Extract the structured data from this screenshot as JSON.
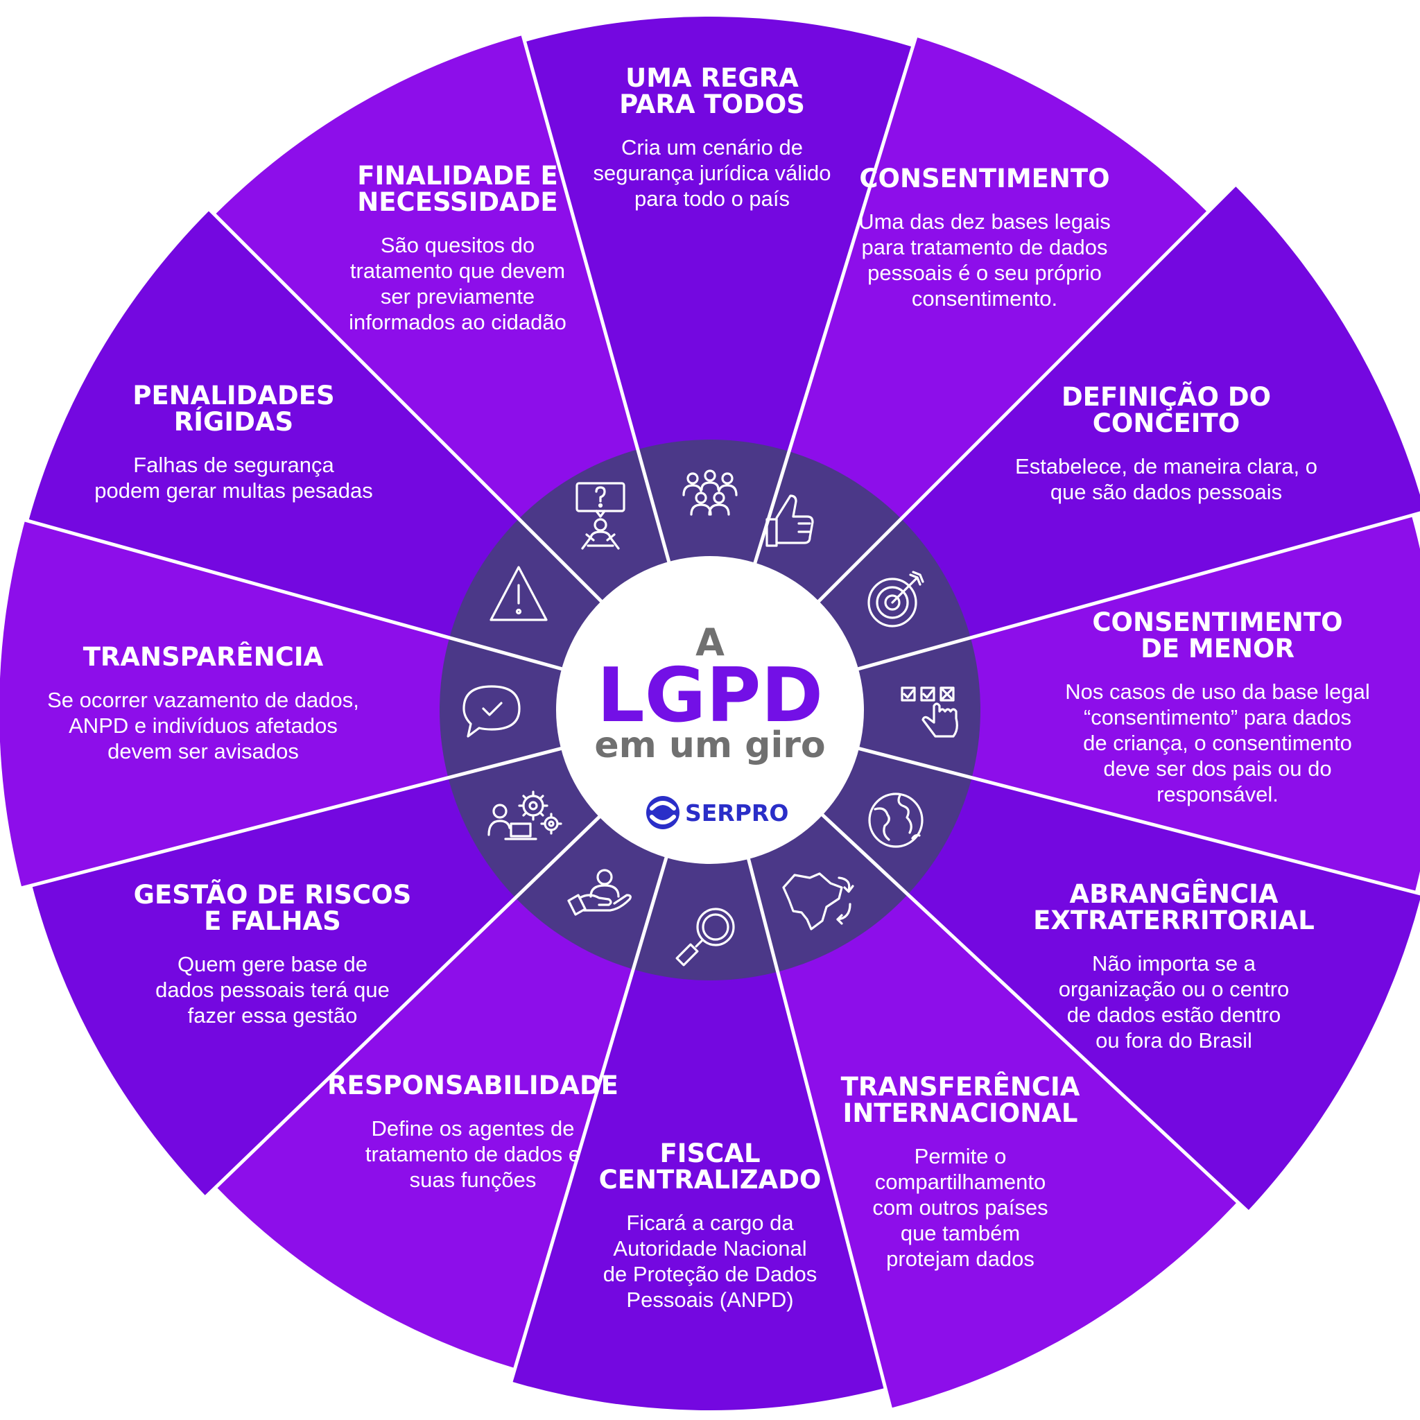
{
  "center": {
    "line1": "A",
    "line2": "LGPD",
    "line3": "em um giro",
    "logo_text": "SERPRO",
    "logo_icon": "serpro-logo-icon"
  },
  "colors": {
    "purple_dark": "#7408e0",
    "purple_light": "#8d0eea",
    "hub_ring": "#4b3888",
    "divider": "#ffffff",
    "lgpd_text": "#7310e6",
    "gray_text": "#707070",
    "logo_blue": "#2a2ec8"
  },
  "segments": [
    {
      "key": "uma-regra",
      "title": [
        "UMA REGRA",
        "PARA TODOS"
      ],
      "text": [
        "Cria um cenário de",
        "segurança jurídica válido",
        "para todo o país"
      ],
      "icon": "group-people-icon"
    },
    {
      "key": "consentimento",
      "title": [
        "CONSENTIMENTO"
      ],
      "text": [
        "Uma das dez bases legais",
        "para tratamento de dados",
        "pessoais é o seu próprio",
        "consentimento."
      ],
      "icon": "thumbs-up-icon"
    },
    {
      "key": "definicao",
      "title": [
        "DEFINIÇÃO DO",
        "CONCEITO"
      ],
      "text": [
        "Estabelece, de maneira clara, o",
        "que são dados pessoais"
      ],
      "icon": "target-icon"
    },
    {
      "key": "consentimento-menor",
      "title": [
        "CONSENTIMENTO",
        "DE MENOR"
      ],
      "text": [
        "Nos casos de uso da base legal",
        "“consentimento” para dados",
        "de criança, o consentimento",
        "deve ser dos pais ou do",
        "responsável."
      ],
      "icon": "checklist-hand-icon"
    },
    {
      "key": "abrangencia",
      "title": [
        "ABRANGÊNCIA",
        "EXTRATERRITORIAL"
      ],
      "text": [
        "Não importa se a",
        "organização ou o centro",
        "de dados estão dentro",
        "ou fora do Brasil"
      ],
      "icon": "globe-icon"
    },
    {
      "key": "transferencia",
      "title": [
        "TRANSFERÊNCIA",
        "INTERNACIONAL"
      ],
      "text": [
        "Permite o",
        "compartilhamento",
        "com outros países",
        "que também",
        "protejam dados"
      ],
      "icon": "brazil-map-arrows-icon"
    },
    {
      "key": "fiscal",
      "title": [
        "FISCAL",
        "CENTRALIZADO"
      ],
      "text": [
        "Ficará a cargo da",
        "Autoridade Nacional",
        "de Proteção de Dados",
        "Pessoais (ANPD)"
      ],
      "icon": "magnifier-icon"
    },
    {
      "key": "responsabilidade",
      "title": [
        "RESPONSABILIDADE"
      ],
      "text": [
        "Define os agentes de",
        "tratamento de dados e",
        "suas funções"
      ],
      "icon": "hand-person-icon"
    },
    {
      "key": "gestao",
      "title": [
        "GESTÃO DE RISCOS",
        "E FALHAS"
      ],
      "text": [
        "Quem gere base de",
        "dados pessoais terá que",
        "fazer essa gestão"
      ],
      "icon": "person-laptop-gears-icon"
    },
    {
      "key": "transparencia",
      "title": [
        "TRANSPARÊNCIA"
      ],
      "text": [
        "Se ocorrer vazamento de dados,",
        "ANPD e indivíduos afetados",
        "devem ser avisados"
      ],
      "icon": "chat-check-icon"
    },
    {
      "key": "penalidades",
      "title": [
        "PENALIDADES",
        "RÍGIDAS"
      ],
      "text": [
        "Falhas de segurança",
        "podem gerar multas pesadas"
      ],
      "icon": "warning-icon"
    },
    {
      "key": "finalidade",
      "title": [
        "FINALIDADE E",
        "NECESSIDADE"
      ],
      "text": [
        "São quesitos do",
        "tratamento que devem",
        "ser previamente",
        "informados ao cidadão"
      ],
      "icon": "question-person-icon"
    }
  ]
}
